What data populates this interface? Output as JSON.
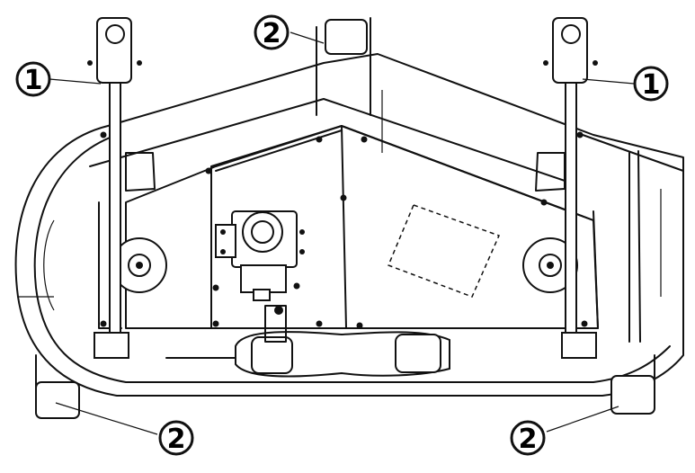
{
  "callouts": [
    {
      "id": "left-gauge-wheel-bracket",
      "number": "1"
    },
    {
      "id": "right-gauge-wheel-bracket",
      "number": "1"
    },
    {
      "id": "top-roller",
      "number": "2"
    },
    {
      "id": "bottom-left-roller",
      "number": "2"
    },
    {
      "id": "bottom-right-roller",
      "number": "2"
    }
  ]
}
